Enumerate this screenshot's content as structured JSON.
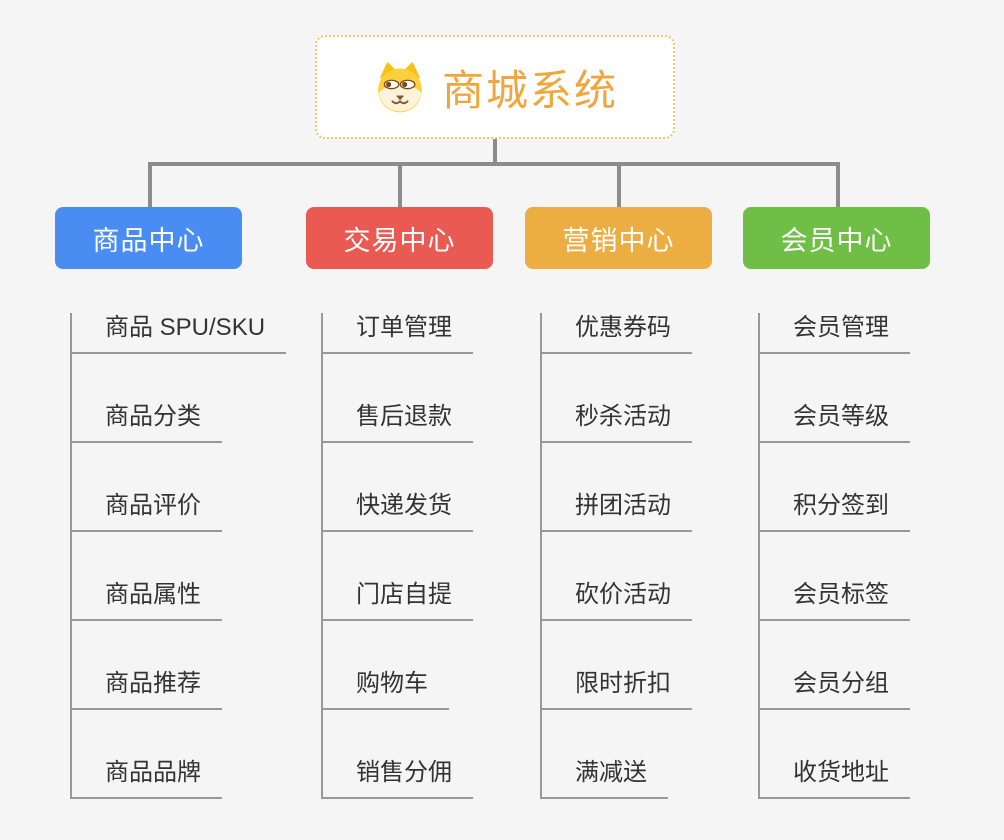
{
  "page": {
    "background_color": "#f5f5f5",
    "connector_color": "#8c8c8c"
  },
  "root": {
    "title": "商城系统",
    "title_color": "#f0a63d",
    "border_color": "#f2c36b",
    "icon": "dog-face-icon"
  },
  "branches": [
    {
      "label": "商品中心",
      "color": "#4a8df2",
      "children": [
        "商品 SPU/SKU",
        "商品分类",
        "商品评价",
        "商品属性",
        "商品推荐",
        "商品品牌"
      ]
    },
    {
      "label": "交易中心",
      "color": "#e95a52",
      "children": [
        "订单管理",
        "售后退款",
        "快递发货",
        "门店自提",
        "购物车",
        "销售分佣"
      ]
    },
    {
      "label": "营销中心",
      "color": "#ecae42",
      "children": [
        "优惠券码",
        "秒杀活动",
        "拼团活动",
        "砍价活动",
        "限时折扣",
        "满减送"
      ]
    },
    {
      "label": "会员中心",
      "color": "#6fbe45",
      "children": [
        "会员管理",
        "会员等级",
        "积分签到",
        "会员标签",
        "会员分组",
        "收货地址"
      ]
    }
  ]
}
